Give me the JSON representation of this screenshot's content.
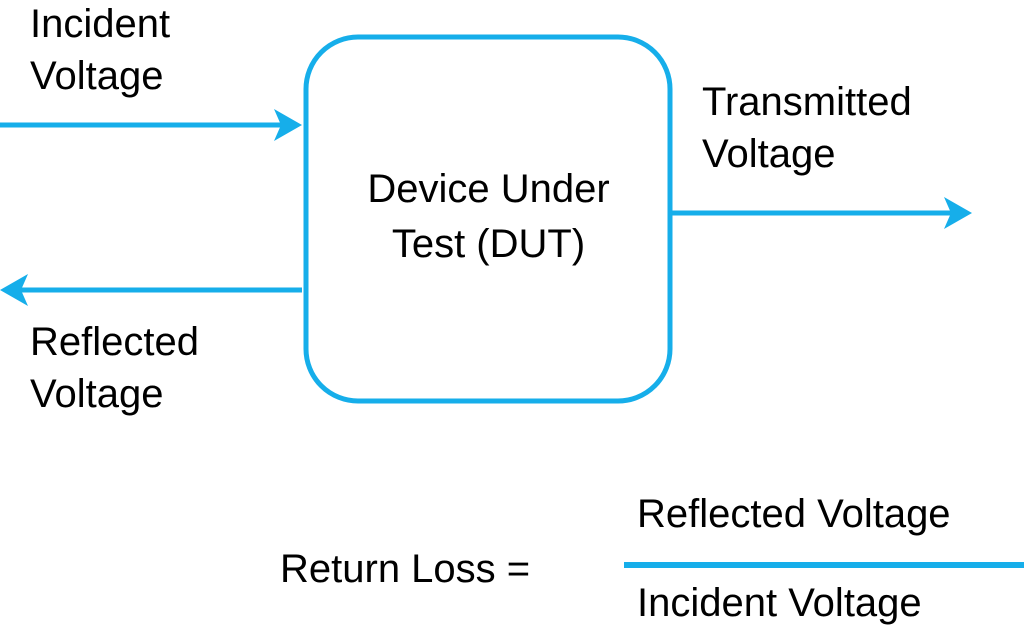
{
  "labels": {
    "incident_line1": "Incident",
    "incident_line2": "Voltage",
    "reflected_line1": "Reflected",
    "reflected_line2": "Voltage",
    "transmitted_line1": "Transmitted",
    "transmitted_line2": "Voltage",
    "dut_line1": "Device Under",
    "dut_line2": "Test (DUT)"
  },
  "formula": {
    "lhs": "Return Loss =",
    "numerator": "Reflected Voltage",
    "denominator": "Incident Voltage"
  },
  "colors": {
    "accent": "#16aeea",
    "text": "#000000",
    "background": "#ffffff"
  }
}
